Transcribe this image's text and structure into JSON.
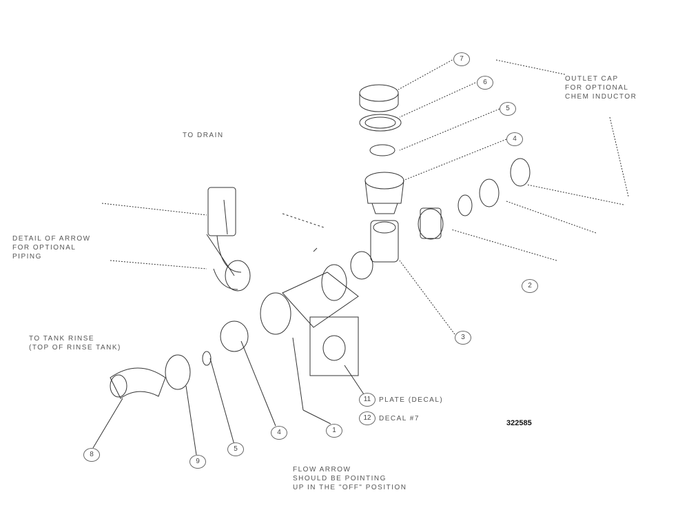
{
  "figure_number": "322585",
  "notes": {
    "chem_inductor": [
      "OUTLET CAP",
      "FOR OPTIONAL",
      "CHEM INDUCTOR"
    ],
    "to_drain": "TO DRAIN",
    "detail": [
      "DETAIL OF ARROW",
      "FOR OPTIONAL",
      "PIPING"
    ],
    "tank_rinse": [
      "TO TANK RINSE",
      "(TOP OF RINSE TANK)"
    ],
    "flow_arrow": [
      "FLOW ARROW",
      "SHOULD BE POINTING",
      "UP IN THE \"OFF\" POSITION"
    ]
  },
  "callouts": {
    "c7": "7",
    "c6": "6",
    "c5": "5",
    "c4": "4",
    "c3": "3",
    "c2": "2",
    "c9": "9",
    "c8": "8",
    "c5b": "5",
    "c4b": "4",
    "c1": "1",
    "c11": "11",
    "c12": "12"
  },
  "plate_label": "PLATE (DECAL)",
  "decal_label": "DECAL #7"
}
